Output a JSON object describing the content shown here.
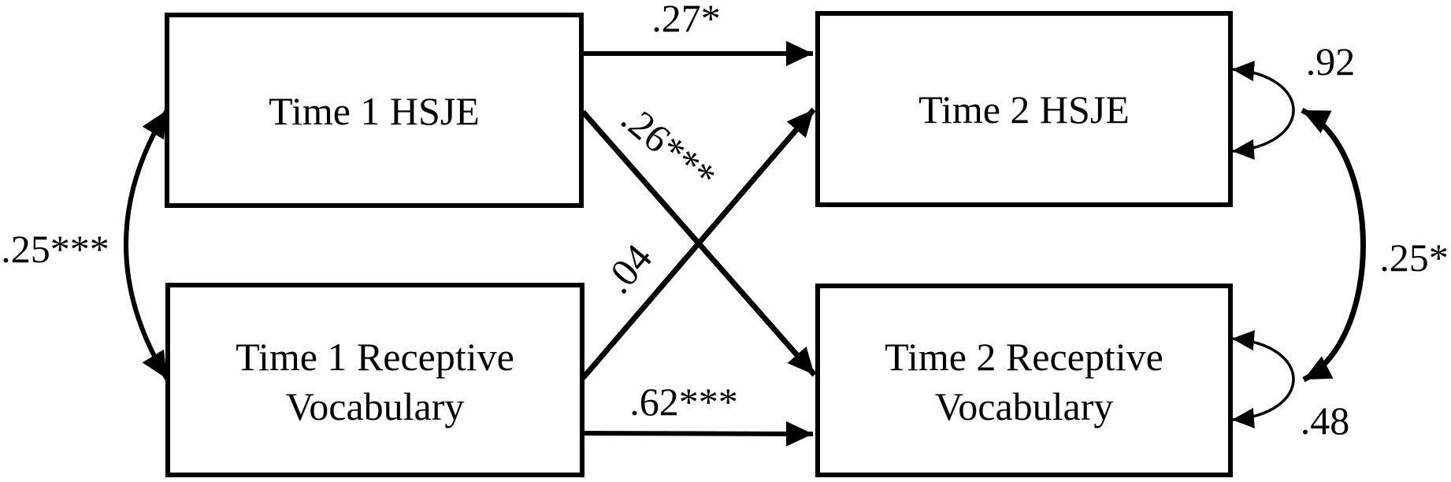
{
  "diagram": {
    "type": "cross-lagged panel path model",
    "colors": {
      "line": "#000000",
      "background": "#ffffff",
      "text": "#000000"
    },
    "nodes": {
      "t1_hsje": {
        "label": "Time 1 HSJE"
      },
      "t1_vocab": {
        "label_line1": "Time 1 Receptive",
        "label_line2": "Vocabulary"
      },
      "t2_hsje": {
        "label": "Time 2 HSJE"
      },
      "t2_vocab": {
        "label_line1": "Time 2 Receptive",
        "label_line2": "Vocabulary"
      }
    },
    "edges": [
      {
        "from": "Time 1 HSJE",
        "to": "Time 2 HSJE",
        "label": ".27*",
        "type": "directed"
      },
      {
        "from": "Time 1 HSJE",
        "to": "Time 2 Receptive Vocabulary",
        "label": ".26***",
        "type": "directed"
      },
      {
        "from": "Time 1 Receptive Vocabulary",
        "to": "Time 2 HSJE",
        "label": ".04",
        "type": "directed"
      },
      {
        "from": "Time 1 Receptive Vocabulary",
        "to": "Time 2 Receptive Vocabulary",
        "label": ".62***",
        "type": "directed"
      },
      {
        "from": "Time 1 HSJE",
        "to": "Time 1 Receptive Vocabulary",
        "label": ".25***",
        "type": "bidirectional-covariance"
      },
      {
        "node": "Time 2 HSJE",
        "label": ".92",
        "type": "residual-loop"
      },
      {
        "node": "Time 2 Receptive Vocabulary",
        "label": ".48",
        "type": "residual-loop"
      },
      {
        "from": "Time 2 HSJE residual",
        "to": "Time 2 Receptive Vocabulary residual",
        "label": ".25*",
        "type": "bidirectional-covariance"
      }
    ]
  }
}
